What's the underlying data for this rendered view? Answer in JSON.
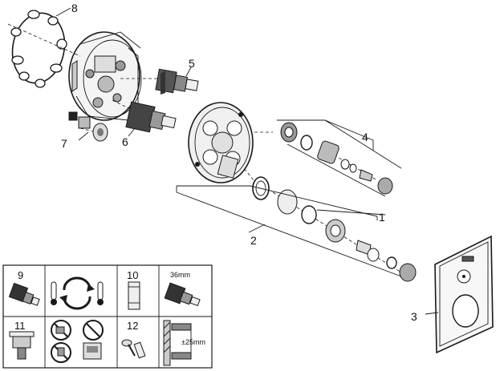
{
  "callouts": {
    "c1": "1",
    "c2": "2",
    "c3": "3",
    "c4": "4",
    "c5": "5",
    "c6": "6",
    "c7": "7",
    "c8": "8"
  },
  "info_table": {
    "cells": [
      {
        "num": "9"
      },
      {
        "num": "10"
      },
      {
        "num": "11"
      },
      {
        "num": "12"
      }
    ],
    "dimension_36": "36mm",
    "dimension_25": "±25mm"
  },
  "colors": {
    "line": "#1a1a1a",
    "shade": "#9a9a9a",
    "dark": "#333333",
    "light": "#d8d8d8"
  }
}
